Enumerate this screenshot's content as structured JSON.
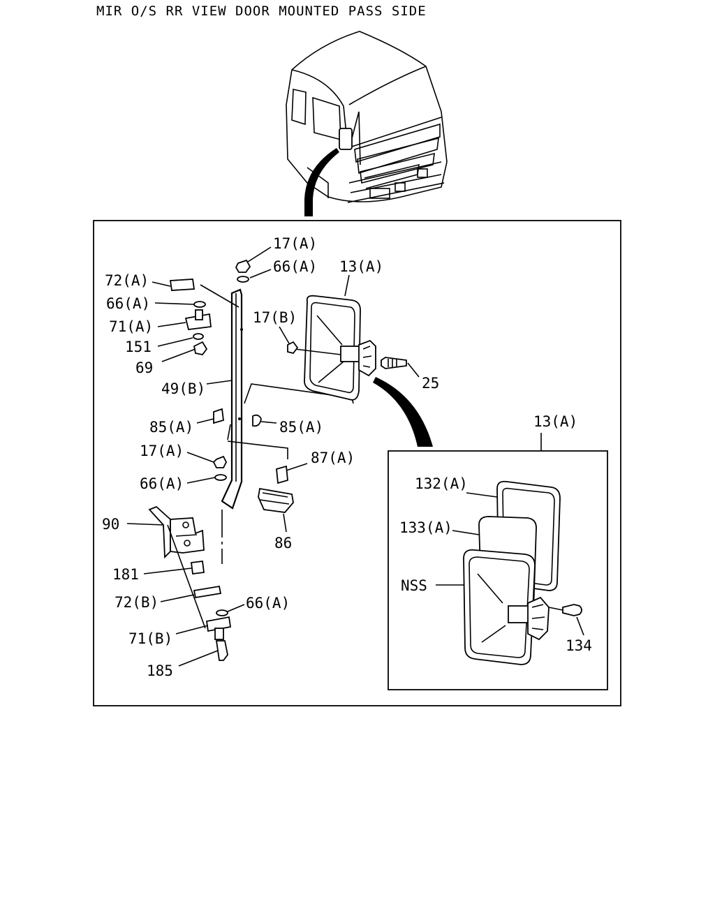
{
  "title": "MIR O/S RR VIEW DOOR MOUNTED PASS SIDE",
  "callouts": {
    "c17a_top": "17(A)",
    "c66a_top": "66(A)",
    "c13a_main": "13(A)",
    "c72a": "72(A)",
    "c66a_left": "66(A)",
    "c17b": "17(B)",
    "c71a": "71(A)",
    "c151": "151",
    "c69": "69",
    "c25": "25",
    "c49b": "49(B)",
    "c85a_left": "85(A)",
    "c85a_right": "85(A)",
    "c13a_inset": "13(A)",
    "c17a_mid": "17(A)",
    "c87a": "87(A)",
    "c66a_mid": "66(A)",
    "c132a": "132(A)",
    "c90": "90",
    "c86": "86",
    "c133a": "133(A)",
    "c181": "181",
    "c72b": "72(B)",
    "c66a_low": "66(A)",
    "nss": "NSS",
    "c71b": "71(B)",
    "c134": "134",
    "c185": "185"
  }
}
